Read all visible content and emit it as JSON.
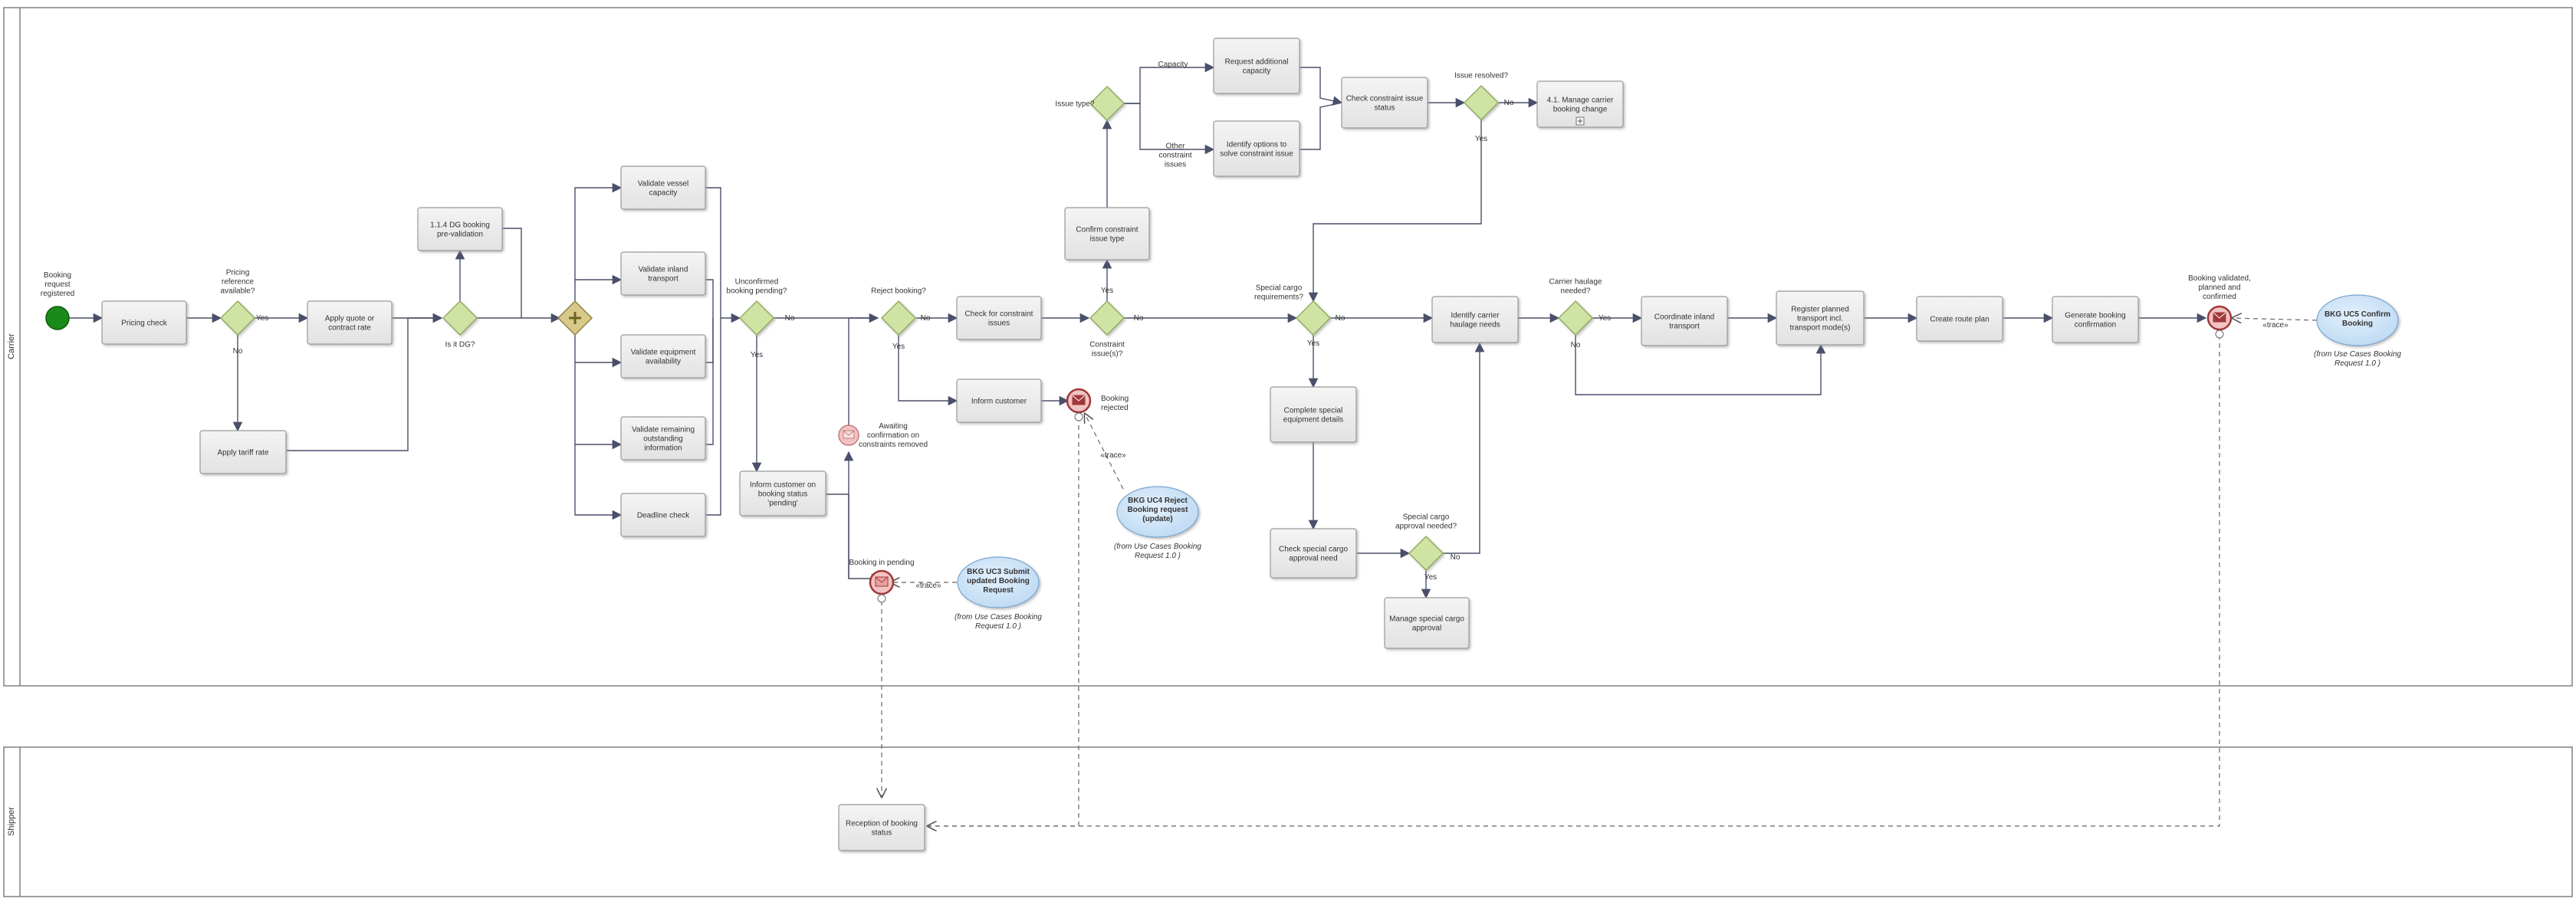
{
  "lanes": [
    {
      "id": "carrier",
      "label": "Carrier"
    },
    {
      "id": "shipper",
      "label": "Shipper"
    }
  ],
  "events": {
    "start": {
      "label": "Booking request registered"
    },
    "awaiting": {
      "label": "Awaiting confirmation on constraints removed"
    },
    "rejected": {
      "label": "Booking rejected"
    },
    "pending": {
      "label": "Booking in pending"
    },
    "validated": {
      "label": "Booking validated, planned and confirmed"
    }
  },
  "tasks": {
    "pricing_check": "Pricing check",
    "apply_quote": "Apply quote or contract rate",
    "apply_tariff": "Apply tariff rate",
    "dg_prevalidation": "1.1.4 DG booking pre-validation",
    "validate_vessel": "Validate vessel capacity",
    "validate_inland": "Validate inland transport",
    "validate_equipment": "Validate equipment availability",
    "validate_remaining": "Validate remaining outstanding information",
    "deadline_check": "Deadline check",
    "inform_pending": "Inform customer on booking status 'pending'",
    "check_constraint": "Check for constraint issues",
    "inform_customer": "Inform customer",
    "confirm_constraint": "Confirm constraint issue type",
    "request_capacity": "Request additional capacity",
    "identify_options": "Identify options to solve constraint issue",
    "check_status": "Check constraint issue status",
    "manage_change": "4.1. Manage carrier booking change",
    "identify_haulage": "Identify carrier haulage needs",
    "complete_special": "Complete special equipment details",
    "check_special": "Check special cargo approval need",
    "manage_special": "Manage special cargo approval",
    "coordinate_inland": "Coordinate inland transport",
    "register_plan": "Register planned transport incl. transport mode(s)",
    "create_route": "Create route plan",
    "generate_confirmation": "Generate booking confirmation",
    "reception_status": "Reception of booking status"
  },
  "gateways": {
    "pricing_ref": "Pricing reference available?",
    "is_dg": "Is it DG?",
    "unconfirmed": "Unconfirmed booking pending?",
    "reject": "Reject booking?",
    "constraint": "Constraint issue(s)?",
    "issue_type": "Issue type?",
    "issue_resolved": "Issue resolved?",
    "special_cargo": "Special cargo requirements?",
    "special_approval": "Special cargo approval needed?",
    "carrier_haulage": "Carrier haulage needed?"
  },
  "flow_labels": {
    "yes": "Yes",
    "no": "No",
    "capacity": "Capacity",
    "other": "Other constraint issues",
    "trace": "«trace»"
  },
  "use_cases": {
    "uc3": "BKG UC3 Submit updated Booking Request",
    "uc4": "BKG UC4 Reject booking request (update)",
    "uc5": "BKG UC5 Confirm Booking",
    "from": "(from Use Cases Booking Request 1.0 )"
  },
  "colors": {
    "task_fill": "#ececec",
    "task_border": "#9a9a9a",
    "gateway": "#cfe3a4",
    "gateway_border": "#8fab5c",
    "start": "#1a8a1a",
    "event_pink": "#e8a0a0",
    "event_dark": "#a0383a",
    "usecase": "#c8e1f7",
    "edge": "#4a4f6a",
    "lane_border": "#808080"
  }
}
